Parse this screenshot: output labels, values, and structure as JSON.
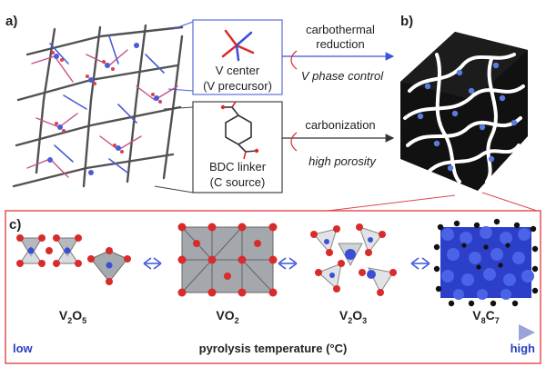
{
  "panels": {
    "a": "a)",
    "b": "b)",
    "c": "c)"
  },
  "components": {
    "v_center": {
      "line1": "V center",
      "line2": "(V precursor)"
    },
    "bdc_linker": {
      "line1": "BDC linker",
      "line2": "(C source)"
    }
  },
  "processes": {
    "carbothermal": {
      "line1": "carbothermal",
      "line2": "reduction",
      "condition": "V phase control"
    },
    "carbonization": {
      "line1": "carbonization",
      "condition": "high porosity"
    }
  },
  "phases": [
    {
      "base": "V",
      "sub1": "2",
      "mid": "O",
      "sub2": "5"
    },
    {
      "base": "VO",
      "sub1": "2",
      "mid": "",
      "sub2": ""
    },
    {
      "base": "V",
      "sub1": "2",
      "mid": "O",
      "sub2": "3"
    },
    {
      "base": "V",
      "sub1": "8",
      "mid": "C",
      "sub2": "7"
    }
  ],
  "temperature_axis": {
    "label": "pyrolysis temperature (°C)",
    "low": "low",
    "high": "high"
  },
  "colors": {
    "vanadium": "#3a4fd6",
    "oxygen": "#d92b2b",
    "carbon": "#111111",
    "polyhedron": "#9ea3a8",
    "frame_red": "#e0474d",
    "arrow_blue": "#3a55d8",
    "text_blue": "#2a3fbf"
  },
  "icons": [
    "double-arrow-icon",
    "curved-arrow-icon",
    "benzene-ring-icon"
  ]
}
